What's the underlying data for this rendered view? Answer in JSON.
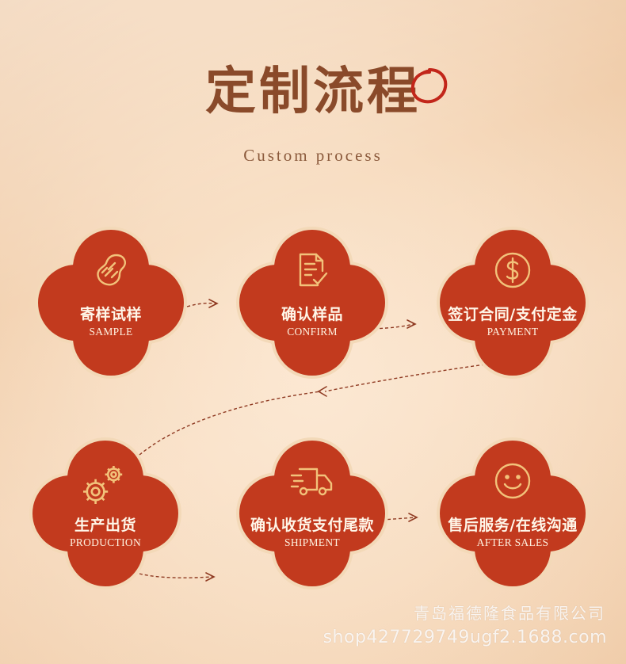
{
  "header": {
    "title": "定制流程",
    "subtitle": "Custom process"
  },
  "colors": {
    "petal_fill": "#c23a1e",
    "petal_border": "#f3d9b8",
    "icon_gold": "#f2c27a",
    "arrow": "#8f3a22",
    "title": "#8a4a2a"
  },
  "steps": [
    {
      "cn": "寄样试样",
      "en": "SAMPLE",
      "icon": "peanut-icon"
    },
    {
      "cn": "确认样品",
      "en": "CONFIRM",
      "icon": "document-check-icon"
    },
    {
      "cn": "签订合同/支付定金",
      "en": "PAYMENT",
      "icon": "dollar-coin-icon"
    },
    {
      "cn": "生产出货",
      "en": "PRODUCTION",
      "icon": "gears-icon"
    },
    {
      "cn": "确认收货支付尾款",
      "en": "SHIPMENT",
      "icon": "delivery-truck-icon"
    },
    {
      "cn": "售后服务/在线沟通",
      "en": "AFTER SALES",
      "icon": "smiley-face-icon"
    }
  ],
  "watermark": {
    "company": "青岛福德隆食品有限公司",
    "shop": "shop427729749ugf2.1688.com"
  }
}
